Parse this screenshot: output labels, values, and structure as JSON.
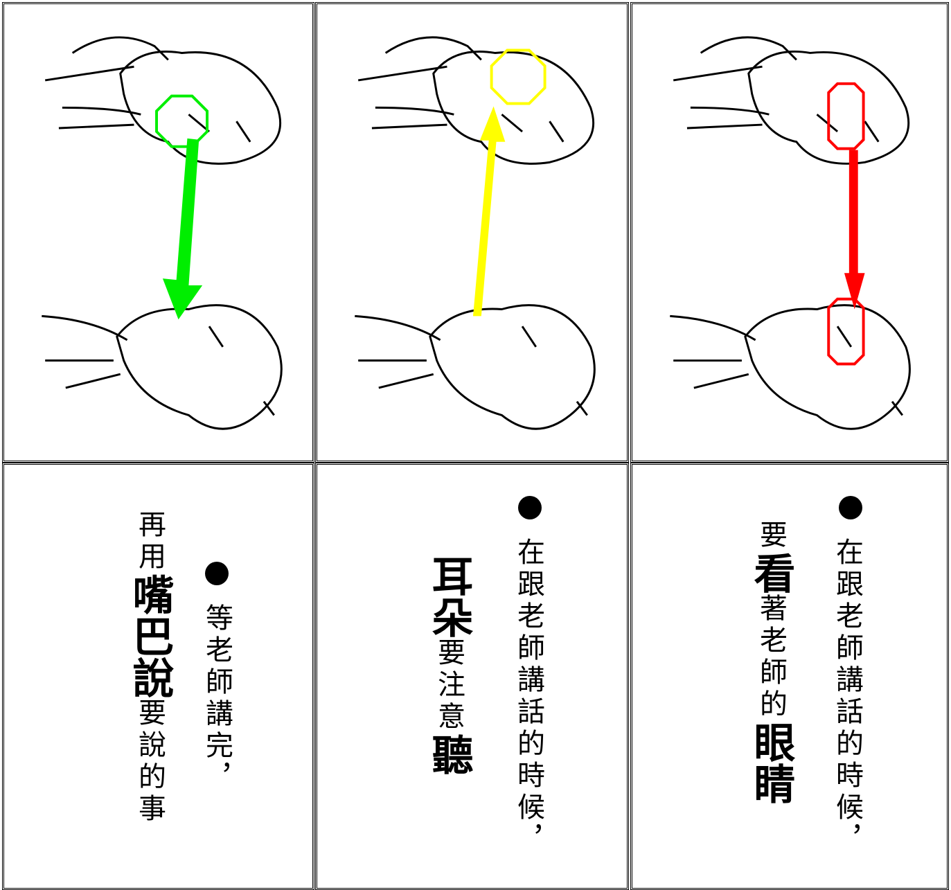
{
  "panels": [
    {
      "id": "mouth",
      "accent": "#00ee00",
      "line1": "等老師講完，",
      "line2_pre": "再用",
      "line2_bold": "嘴巴說",
      "line2_post": "要說的事"
    },
    {
      "id": "ears",
      "accent": "#ffff00",
      "line1": "在跟老師講話的時候，",
      "line2_bold": "耳朵",
      "line2_mid": "要注意",
      "line2_bold2": "聽"
    },
    {
      "id": "eyes",
      "accent": "#ff0000",
      "line1": "在跟老師講話的時候，",
      "line2_pre": "要",
      "line2_bold": "看",
      "line2_mid": "著老師的",
      "line2_bold2": "眼睛"
    }
  ]
}
